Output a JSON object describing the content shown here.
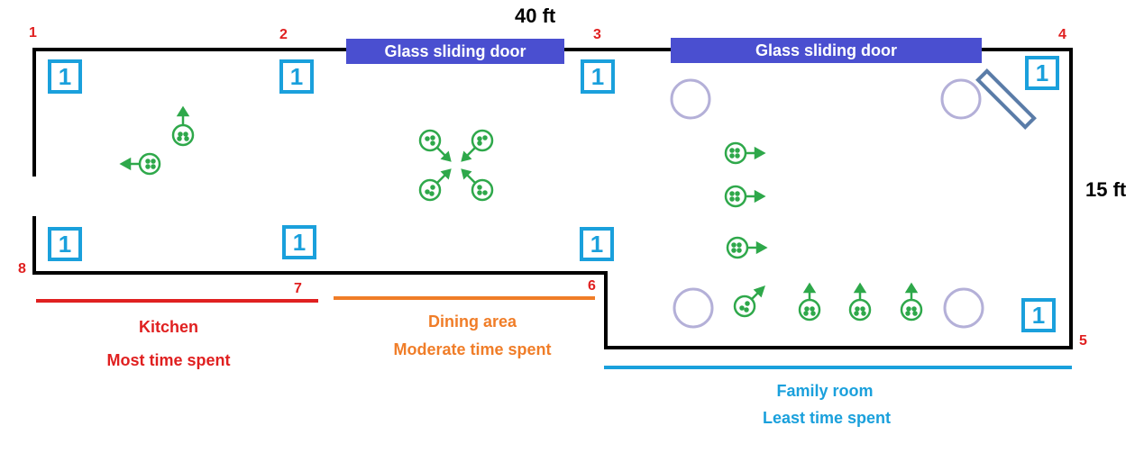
{
  "dimensions": {
    "length": "40 ft",
    "width": "15 ft"
  },
  "corners": [
    "1",
    "2",
    "3",
    "4",
    "5",
    "6",
    "7",
    "8"
  ],
  "doors": [
    {
      "label": "Glass sliding door"
    },
    {
      "label": "Glass sliding door"
    }
  ],
  "markers": [
    "1",
    "1",
    "1",
    "1",
    "1",
    "1",
    "1",
    "1"
  ],
  "zones": {
    "kitchen": {
      "name": "Kitchen",
      "time": "Most time spent",
      "color": "#e02020"
    },
    "dining": {
      "name": "Dining area",
      "time": "Moderate time spent",
      "color": "#f07d28"
    },
    "family": {
      "name": "Family room",
      "time": "Least time spent",
      "color": "#1aa0dc"
    }
  },
  "colors": {
    "walls": "#000000",
    "people": "#2ea84a",
    "table_circles": "#b4b0d8",
    "window": "#5a7ca8"
  }
}
